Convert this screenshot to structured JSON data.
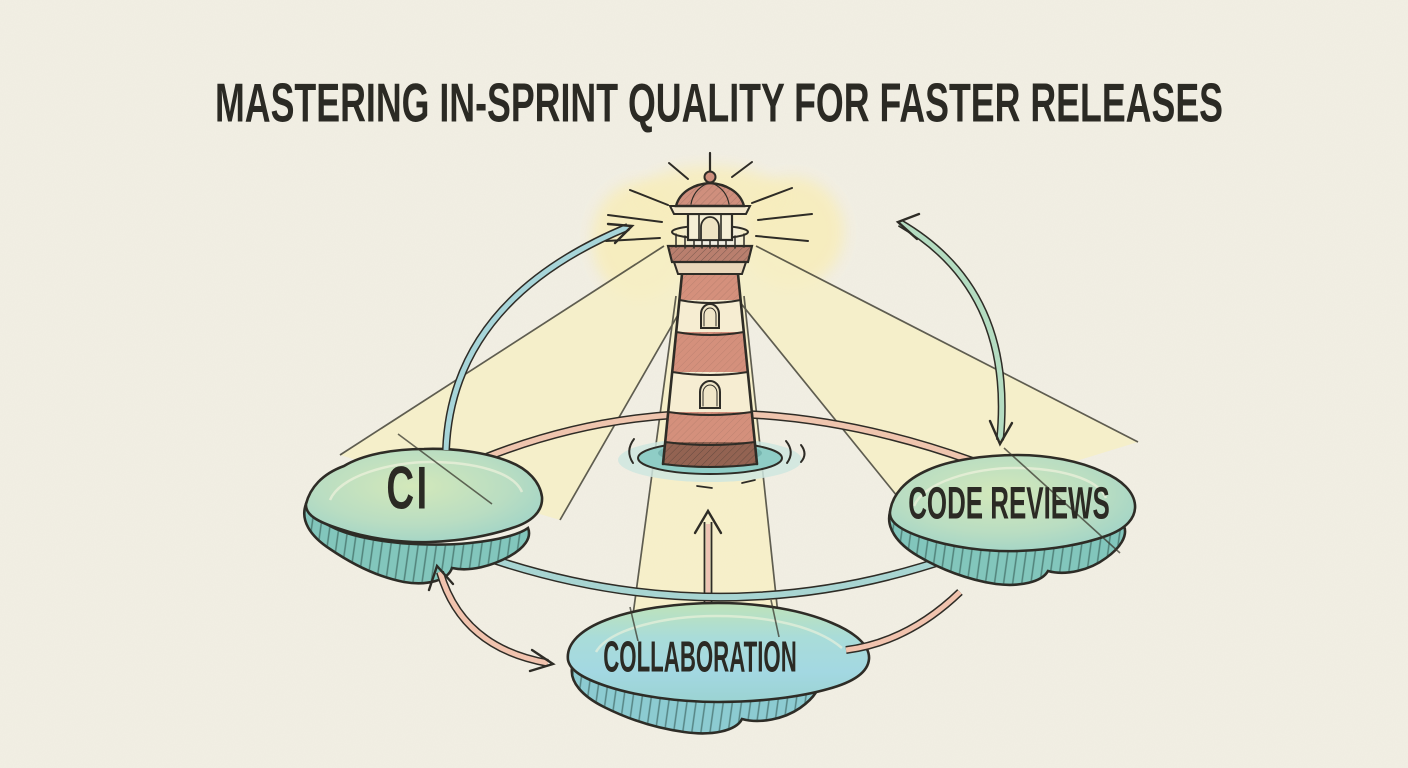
{
  "header": {
    "title": "MASTERING IN-SPRINT QUALITY FOR FASTER RELEASES"
  },
  "nodes": {
    "lighthouse": {
      "name": "quality-beacon-lighthouse"
    },
    "ci": {
      "label": "CI"
    },
    "code_reviews": {
      "label": "CODE REVIEWS"
    },
    "collaboration": {
      "label": "COLLABORATION"
    }
  },
  "edges": [
    {
      "from": "ci",
      "to": "lighthouse",
      "style": "curved-band",
      "color": "#a7d5d9",
      "arrows": "to"
    },
    {
      "from": "code_reviews",
      "to": "lighthouse",
      "style": "curved-band",
      "color": "#b4dcc1",
      "arrows": "both"
    },
    {
      "from": "collaboration",
      "to": "ci",
      "style": "curved-band",
      "color": "#f1c3ae",
      "arrows": "both"
    },
    {
      "from": "collaboration",
      "to": "code_reviews",
      "style": "curved-band",
      "color": "#f1c3ae",
      "arrows": "none"
    },
    {
      "from": "collaboration",
      "to": "lighthouse",
      "style": "thin-outline-arrow",
      "color": "#2e2c26",
      "arrows": "to"
    },
    {
      "from": "ci",
      "to": "code_reviews",
      "style": "ellipse-ring-top",
      "color": "#efc5ae",
      "arrows": "none"
    },
    {
      "from": "ci",
      "to": "code_reviews",
      "style": "ellipse-ring-bottom",
      "color": "#a8d5d2",
      "arrows": "none"
    }
  ],
  "palette": {
    "background": "#f2efe4",
    "ink": "#2e2c26",
    "beam": "#f6eec6",
    "glow": "#f7edbe",
    "lighthouse_salmon": "#d4907c",
    "lighthouse_cream": "#f6edd2",
    "island_green": "#cde5b6",
    "island_teal": "#96d0c9",
    "island_skirt": "#82c6bc",
    "water_pool": "#8fcdc6",
    "band_pink": "#f1c3ae",
    "band_teal": "#a8d5d2",
    "arc_green": "#b4dcc1"
  }
}
